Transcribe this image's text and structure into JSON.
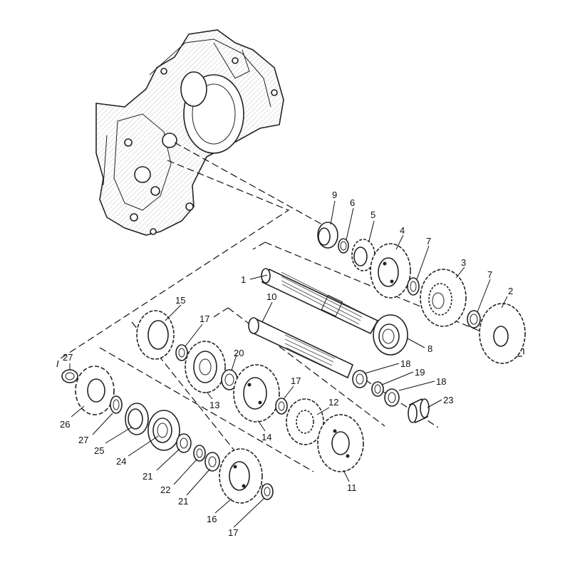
{
  "diagram": {
    "callouts": [
      {
        "id": "c1",
        "text": "1"
      },
      {
        "id": "c2",
        "text": "2"
      },
      {
        "id": "c3",
        "text": "3"
      },
      {
        "id": "c4",
        "text": "4"
      },
      {
        "id": "c5",
        "text": "5"
      },
      {
        "id": "c6",
        "text": "6"
      },
      {
        "id": "c7a",
        "text": "7"
      },
      {
        "id": "c7b",
        "text": "7"
      },
      {
        "id": "c8",
        "text": "8"
      },
      {
        "id": "c9",
        "text": "9"
      },
      {
        "id": "c10",
        "text": "10"
      },
      {
        "id": "c11",
        "text": "11"
      },
      {
        "id": "c12",
        "text": "12"
      },
      {
        "id": "c13",
        "text": "13"
      },
      {
        "id": "c14",
        "text": "14"
      },
      {
        "id": "c15",
        "text": "15"
      },
      {
        "id": "c16",
        "text": "16"
      },
      {
        "id": "c17a",
        "text": "17"
      },
      {
        "id": "c17b",
        "text": "17"
      },
      {
        "id": "c17c",
        "text": "17"
      },
      {
        "id": "c18a",
        "text": "18"
      },
      {
        "id": "c18b",
        "text": "18"
      },
      {
        "id": "c19",
        "text": "19"
      },
      {
        "id": "c20",
        "text": "20"
      },
      {
        "id": "c21a",
        "text": "21"
      },
      {
        "id": "c21b",
        "text": "21"
      },
      {
        "id": "c22",
        "text": "22"
      },
      {
        "id": "c23",
        "text": "23"
      },
      {
        "id": "c24",
        "text": "24"
      },
      {
        "id": "c25",
        "text": "25"
      },
      {
        "id": "c26",
        "text": "26"
      },
      {
        "id": "c27a",
        "text": "27"
      },
      {
        "id": "c27b",
        "text": "27"
      }
    ]
  }
}
